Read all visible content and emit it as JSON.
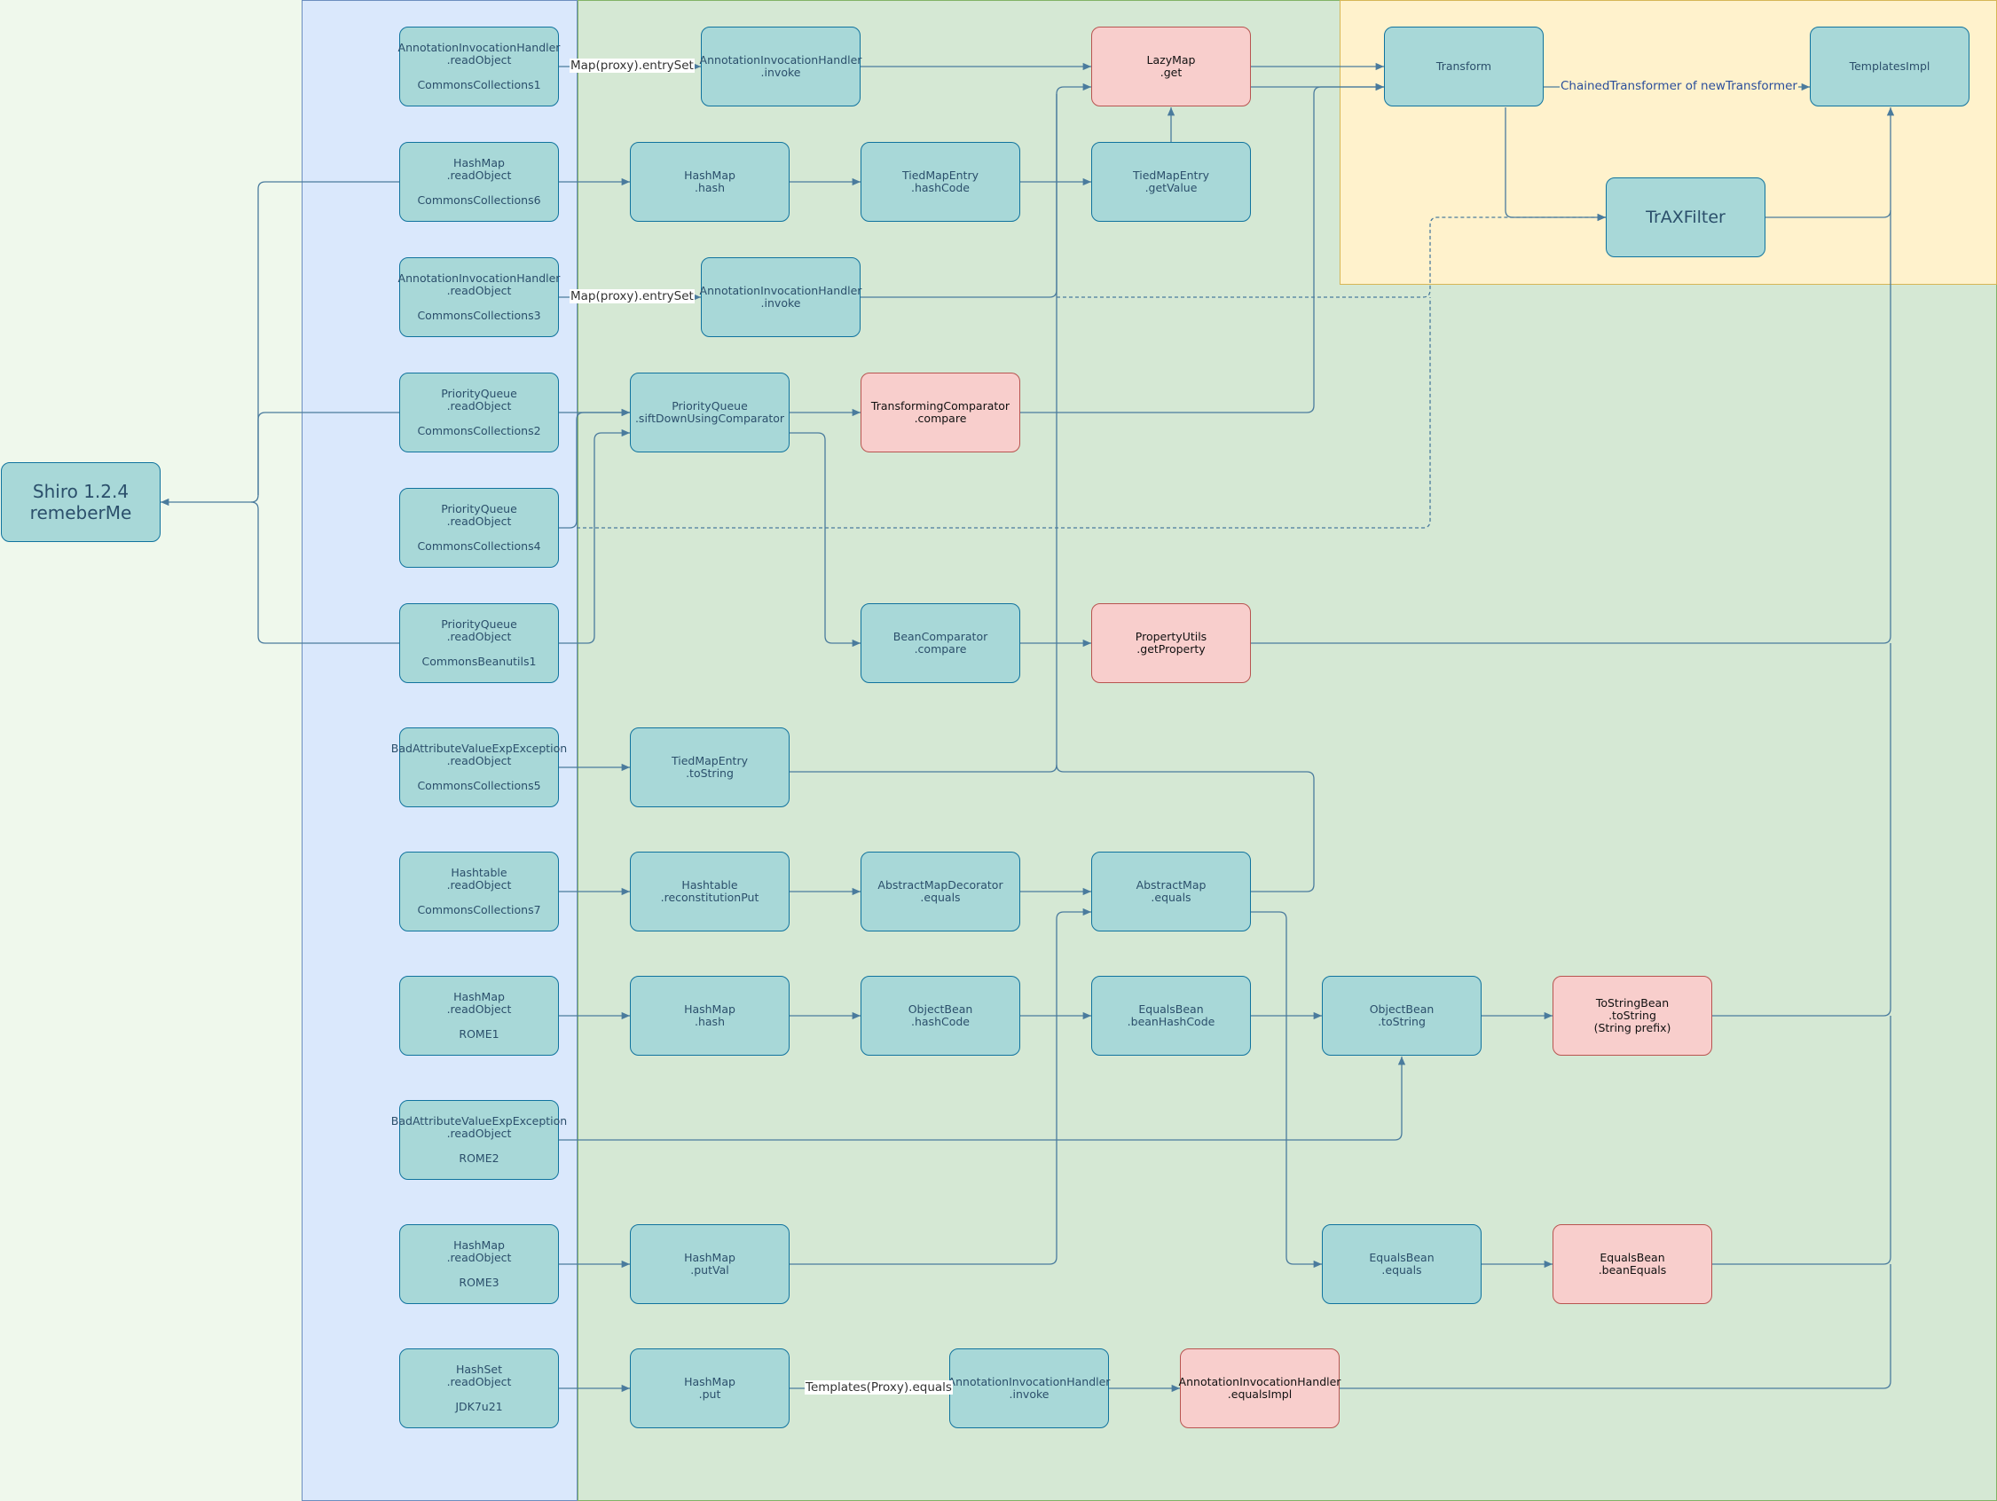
{
  "diagram": {
    "root": {
      "label": "Shiro 1.2.4\nremeberMe"
    },
    "entry_points": [
      {
        "label": "AnnotationInvocationHandler\n.readObject\n\nCommonsCollections1"
      },
      {
        "label": "HashMap\n.readObject\n\nCommonsCollections6"
      },
      {
        "label": "AnnotationInvocationHandler\n.readObject\n\nCommonsCollections3"
      },
      {
        "label": "PriorityQueue\n.readObject\n\nCommonsCollections2"
      },
      {
        "label": "PriorityQueue\n.readObject\n\nCommonsCollections4"
      },
      {
        "label": "PriorityQueue\n.readObject\n\nCommonsBeanutils1"
      },
      {
        "label": "BadAttributeValueExpException\n.readObject\n\nCommonsCollections5"
      },
      {
        "label": "Hashtable\n.readObject\n\nCommonsCollections7"
      },
      {
        "label": "HashMap\n.readObject\n\nROME1"
      },
      {
        "label": "BadAttributeValueExpException\n.readObject\n\nROME2"
      },
      {
        "label": "HashMap\n.readObject\n\nROME3"
      },
      {
        "label": "HashSet\n.readObject\n\nJDK7u21"
      }
    ],
    "chain_nodes": {
      "aih_invoke_1": {
        "label": "AnnotationInvocationHandler\n.invoke"
      },
      "aih_invoke_3": {
        "label": "AnnotationInvocationHandler\n.invoke"
      },
      "hashmap_hash_1": {
        "label": "HashMap\n.hash"
      },
      "tiedmapentry_hashcode": {
        "label": "TiedMapEntry\n.hashCode"
      },
      "tiedmapentry_getvalue": {
        "label": "TiedMapEntry\n.getValue"
      },
      "priorityqueue_siftdown": {
        "label": "PriorityQueue\n.siftDownUsingComparator"
      },
      "beancomparator_compare": {
        "label": "BeanComparator\n.compare"
      },
      "tiedmapentry_tostring": {
        "label": "TiedMapEntry\n.toString"
      },
      "hashtable_reconstitutionput": {
        "label": "Hashtable\n.reconstitutionPut"
      },
      "abstractmapdecorator_equals": {
        "label": "AbstractMapDecorator\n.equals"
      },
      "abstractmap_equals": {
        "label": "AbstractMap\n.equals"
      },
      "hashmap_hash_2": {
        "label": "HashMap\n.hash"
      },
      "objectbean_hashcode": {
        "label": "ObjectBean\n.hashCode"
      },
      "equalsbean_beanhashcode": {
        "label": "EqualsBean\n.beanHashCode"
      },
      "objectbean_tostring": {
        "label": "ObjectBean\n.toString"
      },
      "hashmap_putval": {
        "label": "HashMap\n.putVal"
      },
      "equalsbean_equals": {
        "label": "EqualsBean\n.equals"
      },
      "hashmap_put": {
        "label": "HashMap\n.put"
      },
      "aih_invoke_jdk": {
        "label": "AnnotationInvocationHandler\n.invoke"
      }
    },
    "key_nodes": {
      "lazymap_get": {
        "label": "LazyMap\n.get"
      },
      "transformingcomparator_compare": {
        "label": "TransformingComparator\n.compare"
      },
      "propertyutils_getproperty": {
        "label": "PropertyUtils\n.getProperty"
      },
      "tostringbean_tostring": {
        "label": "ToStringBean\n.toString\n(String prefix)"
      },
      "equalsbean_beanequals": {
        "label": "EqualsBean\n.beanEquals"
      },
      "aih_equalsimpl": {
        "label": "AnnotationInvocationHandler\n.equalsImpl"
      }
    },
    "sink_nodes": {
      "transform": {
        "label": "Transform"
      },
      "templatesimpl": {
        "label": "TemplatesImpl"
      },
      "traxfilter": {
        "label": "TrAXFilter"
      }
    },
    "edge_labels": {
      "entryset_1": "Map(proxy).entrySet",
      "entryset_3": "Map(proxy).entrySet",
      "chained_transformer": "ChainedTransformer of newTransformer",
      "templates_equals": "Templates(Proxy).equals"
    },
    "colors": {
      "node_fill": "#a8d8d8",
      "node_border": "#10739e",
      "key_fill": "#f8cecc",
      "key_border": "#b85450",
      "entry_zone": "#dae8fc",
      "chain_zone": "#d5e8d4",
      "sink_zone": "#fff2cc",
      "edge": "#4a7b9d"
    }
  }
}
